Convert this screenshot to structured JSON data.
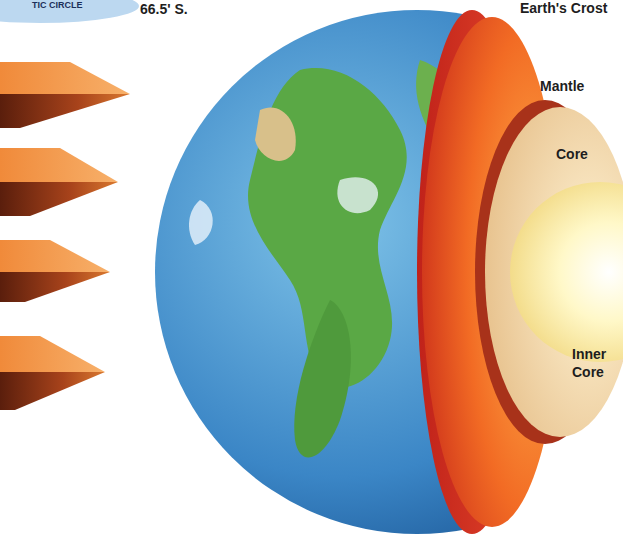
{
  "diagram": {
    "labels": [
      "TIC CIRCLE",
      "66.5' S.",
      "Earth's Crost",
      "Mantle",
      "Core",
      "Inner Core"
    ]
  }
}
